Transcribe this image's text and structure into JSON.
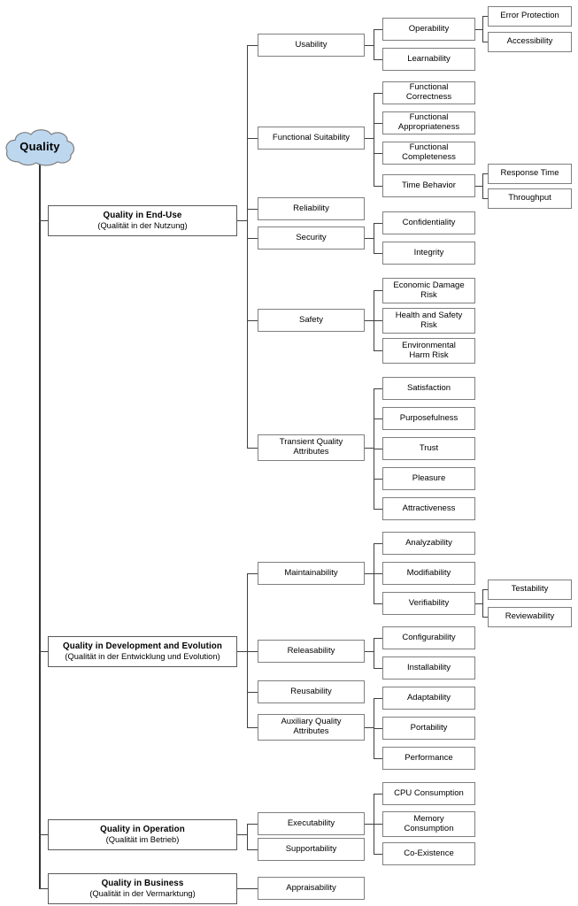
{
  "diagram": {
    "title": "Quality Model Tree",
    "root": {
      "label": "Quality",
      "shape": "cloud",
      "fill": "#bdd7ee",
      "stroke": "#7f7f7f"
    },
    "colors": {
      "box_fill": "#ffffff",
      "box_stroke": "#7f7f7f",
      "line": "#404040",
      "text": "#000000",
      "cloud_fill": "#bdd7ee"
    },
    "level1": [
      {
        "id": "end-use",
        "en": "Quality in End-Use",
        "de": "(Qualität in der Nutzung)"
      },
      {
        "id": "dev-evo",
        "en": "Quality in Development and Evolution",
        "de": "(Qualität in der Entwicklung und Evolution)"
      },
      {
        "id": "operation",
        "en": "Quality in Operation",
        "de": "(Qualität im Betrieb)"
      },
      {
        "id": "business",
        "en": "Quality in Business",
        "de": "(Qualität in der Vermarktung)"
      }
    ],
    "level2": [
      {
        "id": "usability",
        "label": "Usability"
      },
      {
        "id": "functional-suitability",
        "label": "Functional Suitability"
      },
      {
        "id": "reliability",
        "label": "Reliability"
      },
      {
        "id": "security",
        "label": "Security"
      },
      {
        "id": "safety",
        "label": "Safety"
      },
      {
        "id": "transient-quality-attributes",
        "label": "Transient Quality\nAttributes"
      },
      {
        "id": "maintainability",
        "label": "Maintainability"
      },
      {
        "id": "releasability",
        "label": "Releasability"
      },
      {
        "id": "reusability",
        "label": "Reusability"
      },
      {
        "id": "auxiliary-quality-attributes",
        "label": "Auxiliary Quality\nAttributes"
      },
      {
        "id": "executability",
        "label": "Executability"
      },
      {
        "id": "supportability",
        "label": "Supportability"
      },
      {
        "id": "appraisability",
        "label": "Appraisability"
      }
    ],
    "level3": [
      {
        "id": "operability",
        "label": "Operability"
      },
      {
        "id": "learnability",
        "label": "Learnability"
      },
      {
        "id": "functional-correctness",
        "label": "Functional\nCorrectness"
      },
      {
        "id": "functional-appropriateness",
        "label": "Functional\nAppropriateness"
      },
      {
        "id": "functional-completeness",
        "label": "Functional\nCompleteness"
      },
      {
        "id": "time-behavior",
        "label": "Time Behavior"
      },
      {
        "id": "confidentiality",
        "label": "Confidentiality"
      },
      {
        "id": "integrity",
        "label": "Integrity"
      },
      {
        "id": "economic-damage-risk",
        "label": "Economic Damage\nRisk"
      },
      {
        "id": "health-and-safety-risk",
        "label": "Health and Safety\nRisk"
      },
      {
        "id": "environmental-harm-risk",
        "label": "Environmental\nHarm Risk"
      },
      {
        "id": "satisfaction",
        "label": "Satisfaction"
      },
      {
        "id": "purposefulness",
        "label": "Purposefulness"
      },
      {
        "id": "trust",
        "label": "Trust"
      },
      {
        "id": "pleasure",
        "label": "Pleasure"
      },
      {
        "id": "attractiveness",
        "label": "Attractiveness"
      },
      {
        "id": "analyzability",
        "label": "Analyzability"
      },
      {
        "id": "modifiability",
        "label": "Modifiability"
      },
      {
        "id": "verifiability",
        "label": "Verifiability"
      },
      {
        "id": "configurability",
        "label": "Configurability"
      },
      {
        "id": "installability",
        "label": "Installability"
      },
      {
        "id": "adaptability",
        "label": "Adaptability"
      },
      {
        "id": "portability",
        "label": "Portability"
      },
      {
        "id": "performance",
        "label": "Performance"
      },
      {
        "id": "cpu-consumption",
        "label": "CPU Consumption"
      },
      {
        "id": "memory-consumption",
        "label": "Memory\nConsumption"
      },
      {
        "id": "co-existence",
        "label": "Co-Existence"
      }
    ],
    "level4": [
      {
        "id": "error-protection",
        "label": "Error Protection"
      },
      {
        "id": "accessibility",
        "label": "Accessibility"
      },
      {
        "id": "response-time",
        "label": "Response Time"
      },
      {
        "id": "throughput",
        "label": "Throughput"
      },
      {
        "id": "testability",
        "label": "Testability"
      },
      {
        "id": "reviewability",
        "label": "Reviewability"
      }
    ]
  }
}
